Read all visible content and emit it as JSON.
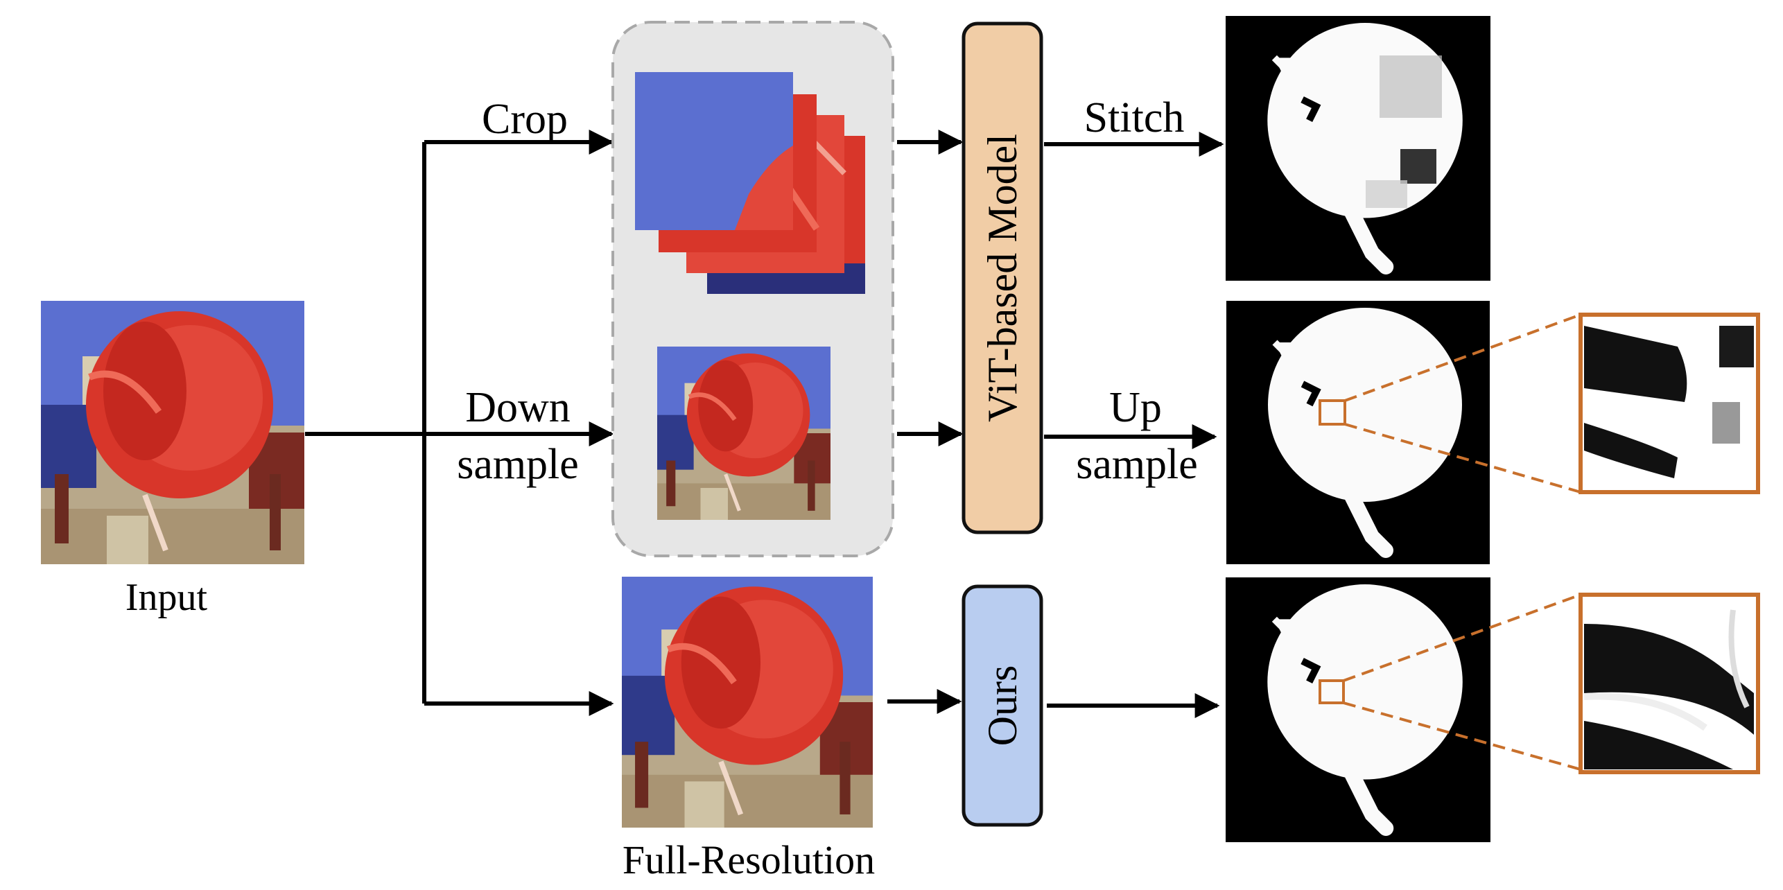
{
  "labels": {
    "input": "Input",
    "crop": "Crop",
    "down_line1": "Down",
    "down_line2": "sample",
    "stitch": "Stitch",
    "up_line1": "Up",
    "up_line2": "sample",
    "full_resolution": "Full-Resolution",
    "vit_model": "ViT-based Model",
    "ours": "Ours"
  },
  "colors": {
    "sky": "#5b6fd0",
    "dress": "#d8362a",
    "dress_light": "#ef6a58",
    "vit_box": "#f1cda6",
    "ours_box": "#b9cdf0",
    "zoom_frame": "#c8702c",
    "panel": "#e6e6e6"
  }
}
